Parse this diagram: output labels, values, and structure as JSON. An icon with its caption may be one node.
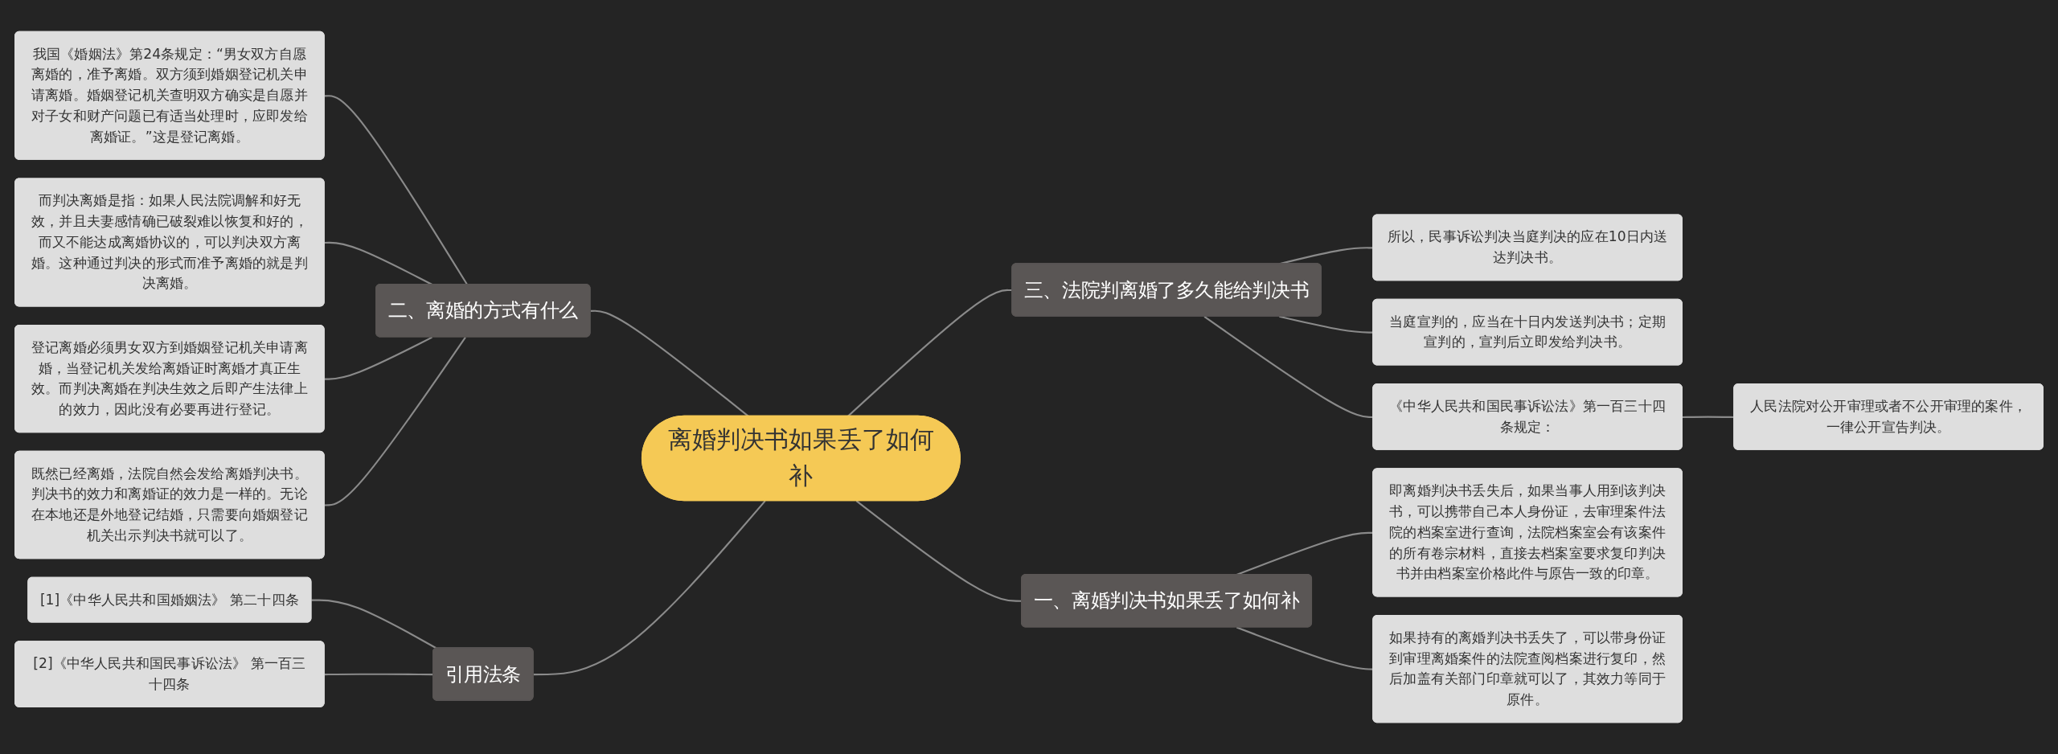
{
  "diagram": {
    "nodes": [
      {
        "text": [
          "离婚判决书如果丢了如何补"
        ]
      },
      {
        "text": [
          "二、离婚的方式有什么"
        ]
      },
      {
        "text": [
          "我国《婚姻法》第24条规定：“男女双方自愿离婚的，准予离婚。双方须到婚姻登记机关申请离婚。婚姻登记机关查明双方确实是自愿并对子女和财产问题已有适当处理时，应即发给离婚证。”这是登记离婚。"
        ]
      },
      {
        "text": [
          "而判决离婚是指：如果人民法院调解和好无效，并且夫妻感情确已破裂难以恢复和好的，而又不能达成离婚协议的，可以判决双方离婚。这种通过判决的形式而准予离婚的就是判决离婚。"
        ]
      },
      {
        "text": [
          "登记离婚必须男女双方到婚姻登记机关申请离婚，当登记机关发给离婚证时离婚才真正生效。而判决离婚在判决生效之后即产生法律上的效力，因此没有必要再进行登记。"
        ]
      },
      {
        "text": [
          "既然已经离婚，法院自然会发给离婚判决书。判决书的效力和离婚证的效力是一样的。无论在本地还是外地登记结婚，只需要向婚姻登记机关出示判决书就可以了。"
        ]
      },
      {
        "text": [
          "引用法条"
        ]
      },
      {
        "text": [
          "[1]《中华人民共和国婚姻法》 第二十四条"
        ]
      },
      {
        "text": [
          "[2]《中华人民共和国民事诉讼法》 第一百三十四条"
        ]
      },
      {
        "text": [
          "一、离婚判决书如果丢了如何补"
        ]
      },
      {
        "text": [
          "如果持有的离婚判决书丢失了，可以带身份证到审理离婚案件的法院查阅档案进行复印，然后加盖有关部门印章就可以了，其效力等同于原件。"
        ]
      },
      {
        "text": [
          "即离婚判决书丢失后，如果当事人用到该判决书，可以携带自己本人身份证，去审理案件法院的档案室进行查询，法院档案室会有该案件的所有卷宗材料，直接去档案室要求复印判决书并由档案室价格此件与原告一致的印章。"
        ]
      },
      {
        "text": [
          "三、法院判离婚了多久能给判决书"
        ]
      },
      {
        "text": [
          "《中华人民共和国民事诉讼法》第一百三十四条规定："
        ]
      },
      {
        "text": [
          "人民法院对公开审理或者不公开审理的案件，一律公开宣告判决。"
        ]
      },
      {
        "text": [
          "当庭宣判的，应当在十日内发送判决书；定期宣判的，宣判后立即发给判决书。"
        ]
      },
      {
        "text": [
          "所以，民事诉讼判决当庭判决的应在10日内送达判决书。"
        ]
      }
    ],
    "edges": [
      {
        "from": 0,
        "to": 1,
        "arrow": "none"
      },
      {
        "from": 1,
        "to": 2,
        "arrow": "none"
      },
      {
        "from": 1,
        "to": 3,
        "arrow": "none"
      },
      {
        "from": 1,
        "to": 4,
        "arrow": "none"
      },
      {
        "from": 1,
        "to": 5,
        "arrow": "none"
      },
      {
        "from": 0,
        "to": 6,
        "arrow": "none"
      },
      {
        "from": 6,
        "to": 7,
        "arrow": "none"
      },
      {
        "from": 6,
        "to": 8,
        "arrow": "none"
      },
      {
        "from": 0,
        "to": 9,
        "arrow": "none"
      },
      {
        "from": 9,
        "to": 10,
        "arrow": "none"
      },
      {
        "from": 9,
        "to": 11,
        "arrow": "none"
      },
      {
        "from": 0,
        "to": 12,
        "arrow": "none"
      },
      {
        "from": 12,
        "to": 13,
        "arrow": "none"
      },
      {
        "from": 13,
        "to": 14,
        "arrow": "none"
      },
      {
        "from": 12,
        "to": 15,
        "arrow": "none"
      },
      {
        "from": 12,
        "to": 16,
        "arrow": "none"
      }
    ]
  }
}
